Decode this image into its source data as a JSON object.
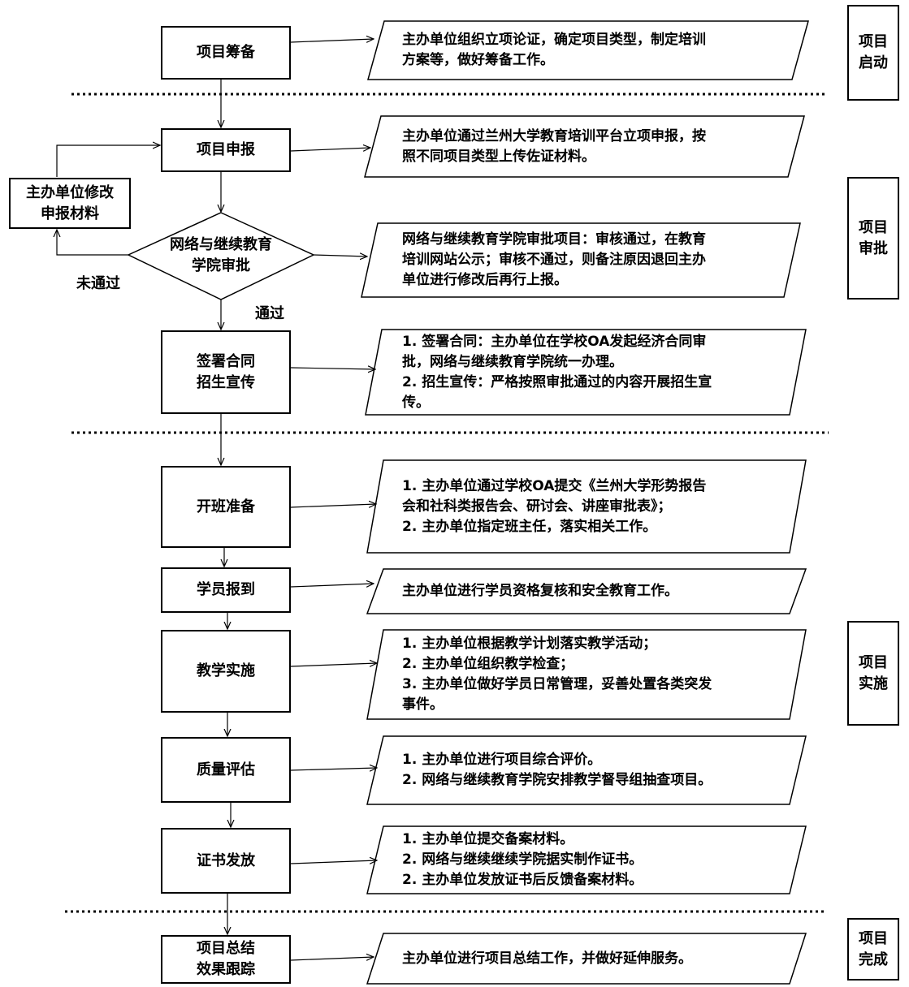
{
  "steps": {
    "prep": "项目筹备",
    "apply": "项目申报",
    "modify": [
      "主办单位修改",
      "申报材料"
    ],
    "approve": [
      "网络与继续教育",
      "学院审批"
    ],
    "contract": [
      "签署合同",
      "招生宣传"
    ],
    "class_prep": "开班准备",
    "register": "学员报到",
    "teaching": "教学实施",
    "quality": "质量评估",
    "certificate": "证书发放",
    "summary": [
      "项目总结",
      "效果跟踪"
    ]
  },
  "edge_labels": {
    "fail": "未通过",
    "pass": "通过"
  },
  "notes": {
    "prep": [
      "主办单位组织立项论证，确定项目类型，制定培训",
      "方案等，做好筹备工作。"
    ],
    "apply": [
      "主办单位通过兰州大学教育培训平台立项申报，按",
      "照不同项目类型上传佐证材料。"
    ],
    "approve": [
      "网络与继续教育学院审批项目：审核通过，在教育",
      "培训网站公示；审核不通过，则备注原因退回主办",
      "单位进行修改后再行上报。"
    ],
    "contract": [
      "1. 签署合同：主办单位在学校OA发起经济合同审",
      "批，网络与继续教育学院统一办理。",
      "2. 招生宣传：严格按照审批通过的内容开展招生宣",
      "传。"
    ],
    "class_prep": [
      "1. 主办单位通过学校OA提交《兰州大学形势报告",
      "会和社科类报告会、研讨会、讲座审批表》；",
      "2. 主办单位指定班主任，落实相关工作。"
    ],
    "register": [
      "主办单位进行学员资格复核和安全教育工作。"
    ],
    "teaching": [
      "1. 主办单位根据教学计划落实教学活动；",
      "2. 主办单位组织教学检查；",
      "3. 主办单位做好学员日常管理，妥善处置各类突发",
      "事件。"
    ],
    "quality": [
      "1. 主办单位进行项目综合评价。",
      "2. 网络与继续教育学院安排教学督导组抽查项目。"
    ],
    "certificate": [
      "1. 主办单位提交备案材料。",
      "2. 网络与继续继续学院据实制作证书。",
      "2. 主办单位发放证书后反馈备案材料。"
    ],
    "summary": [
      "主办单位进行项目总结工作，并做好延伸服务。"
    ]
  },
  "phases": {
    "start": [
      "项目",
      "启动"
    ],
    "review": [
      "项目",
      "审批"
    ],
    "implement": [
      "项目",
      "实施"
    ],
    "complete": [
      "项目",
      "完成"
    ]
  }
}
